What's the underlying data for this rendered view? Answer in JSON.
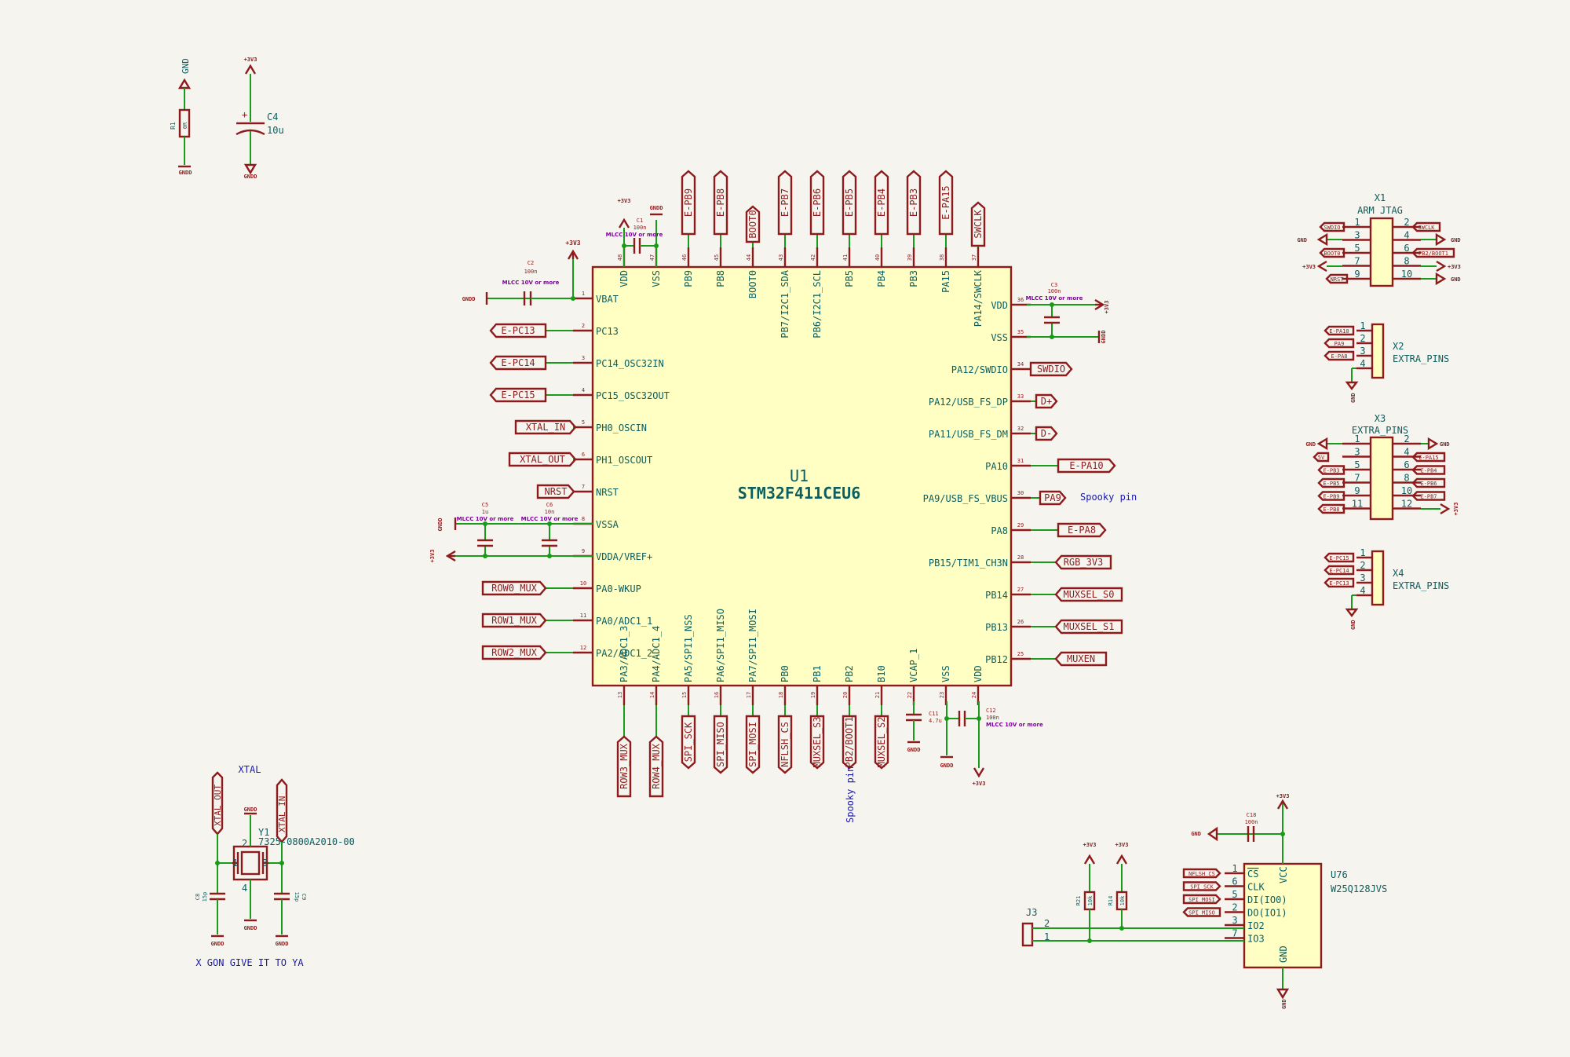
{
  "u1": {
    "ref": "U1",
    "value": "STM32F411CEU6",
    "left_pins": [
      {
        "num": "1",
        "name": "VBAT"
      },
      {
        "num": "2",
        "name": "PC13"
      },
      {
        "num": "3",
        "name": "PC14_OSC32IN"
      },
      {
        "num": "4",
        "name": "PC15_OSC32OUT"
      },
      {
        "num": "5",
        "name": "PH0_OSCIN"
      },
      {
        "num": "6",
        "name": "PH1_OSCOUT"
      },
      {
        "num": "7",
        "name": "NRST"
      },
      {
        "num": "8",
        "name": "VSSA"
      },
      {
        "num": "9",
        "name": "VDDA/VREF+"
      },
      {
        "num": "10",
        "name": "PA0-WKUP"
      },
      {
        "num": "11",
        "name": "PA0/ADC1_1"
      },
      {
        "num": "12",
        "name": "PA2/ADC1_2"
      }
    ],
    "right_pins": [
      {
        "num": "36",
        "name": "VDD"
      },
      {
        "num": "35",
        "name": "VSS"
      },
      {
        "num": "34",
        "name": "PA12/SWDIO"
      },
      {
        "num": "33",
        "name": "PA12/USB_FS_DP"
      },
      {
        "num": "32",
        "name": "PA11/USB_FS_DM"
      },
      {
        "num": "31",
        "name": "PA10"
      },
      {
        "num": "30",
        "name": "PA9/USB_FS_VBUS"
      },
      {
        "num": "29",
        "name": "PA8"
      },
      {
        "num": "28",
        "name": "PB15/TIM1_CH3N"
      },
      {
        "num": "27",
        "name": "PB14"
      },
      {
        "num": "26",
        "name": "PB13"
      },
      {
        "num": "25",
        "name": "PB12"
      }
    ],
    "top_pins": [
      {
        "num": "48",
        "name": "VDD"
      },
      {
        "num": "47",
        "name": "VSS"
      },
      {
        "num": "46",
        "name": "PB9"
      },
      {
        "num": "45",
        "name": "PB8"
      },
      {
        "num": "44",
        "name": "BOOT0"
      },
      {
        "num": "43",
        "name": "PB7/I2C1_SDA"
      },
      {
        "num": "42",
        "name": "PB6/I2C1_SCL"
      },
      {
        "num": "41",
        "name": "PB5"
      },
      {
        "num": "40",
        "name": "PB4"
      },
      {
        "num": "39",
        "name": "PB3"
      },
      {
        "num": "38",
        "name": "PA15"
      },
      {
        "num": "37",
        "name": "PA14/SWCLK"
      }
    ],
    "bottom_pins": [
      {
        "num": "13",
        "name": "PA3/ADC1_3"
      },
      {
        "num": "14",
        "name": "PA4/ADC1_4"
      },
      {
        "num": "15",
        "name": "PA5/SPI1_NSS"
      },
      {
        "num": "16",
        "name": "PA6/SPI1_MISO"
      },
      {
        "num": "17",
        "name": "PA7/SPI1_MOSI"
      },
      {
        "num": "18",
        "name": "PB0"
      },
      {
        "num": "19",
        "name": "PB1"
      },
      {
        "num": "20",
        "name": "PB2"
      },
      {
        "num": "21",
        "name": "B10"
      },
      {
        "num": "22",
        "name": "VCAP_1"
      },
      {
        "num": "23",
        "name": "VSS"
      },
      {
        "num": "24",
        "name": "VDD"
      }
    ]
  },
  "left_labels": [
    "E-PC13",
    "E-PC14",
    "E-PC15",
    "XTAL_IN",
    "XTAL_OUT",
    "NRST",
    "ROW0_MUX",
    "ROW1_MUX",
    "ROW2_MUX"
  ],
  "right_labels": [
    "SWDIO",
    "D+",
    "D-",
    "E-PA10",
    "PA9",
    "E-PA8",
    "RGB_3V3",
    "MUXSEL_S0",
    "MUXSEL_S1",
    "MUXEN"
  ],
  "top_labels": [
    "E-PB9",
    "E-PB8",
    "BOOT0",
    "E-PB7",
    "E-PB6",
    "E-PB5",
    "E-PB4",
    "E-PB3",
    "E-PA15",
    "SWCLK"
  ],
  "bottom_labels": [
    "ROW3_MUX",
    "ROW4_MUX",
    "SPI_SCK",
    "SPI_MISO",
    "SPI_MOSI",
    "NFLSH_CS",
    "MUXSEL_S3",
    "PB2/BOOT1",
    "MUXSEL_S2"
  ],
  "notes": {
    "spooky1": "Spooky pin",
    "spooky2": "Spooky pin",
    "xtal_title": "XTAL",
    "xtal_joke": "X GON GIVE IT TO YA"
  },
  "power": {
    "v33": "+3V3",
    "gnd": "GND",
    "gndd": "GNDD",
    "v5": "5V"
  },
  "caps": {
    "c1": {
      "ref": "C1",
      "val": "100n",
      "note": "MLCC 10V or more"
    },
    "c2": {
      "ref": "C2",
      "val": "100n",
      "note": "MLCC 10V or more"
    },
    "c3": {
      "ref": "C3",
      "val": "100n",
      "note": "MLCC 10V or more"
    },
    "c5": {
      "ref": "C5",
      "val": "1u",
      "note": "MLCC 10V or more"
    },
    "c6": {
      "ref": "C6",
      "val": "10n",
      "note": "MLCC 10V or more"
    },
    "c11": {
      "ref": "C11",
      "val": "4.7u"
    },
    "c12": {
      "ref": "C12",
      "val": "100n",
      "note": "MLCC 10V or more"
    },
    "c4": {
      "ref": "C4",
      "val": "10u"
    },
    "c18": {
      "ref": "C18",
      "val": "100n"
    },
    "c8": {
      "ref": "C8",
      "val": "15p"
    },
    "c9": {
      "ref": "C9",
      "val": "15p"
    }
  },
  "resistors": {
    "r1": {
      "ref": "R1",
      "val": "0R"
    },
    "r21": {
      "ref": "R21",
      "val": "10k"
    },
    "r14": {
      "ref": "R14",
      "val": "10k"
    }
  },
  "xtal": {
    "ref": "Y1",
    "part": "7325-0800A2010-00",
    "label_out": "XTAL_OUT",
    "label_in": "XTAL_IN"
  },
  "x1": {
    "ref": "X1",
    "value": "ARM JTAG",
    "left": [
      "SWDIO",
      "BOOT0",
      "NRST"
    ],
    "right": [
      "SWCLK",
      "PB2/BOOT1"
    ]
  },
  "x2": {
    "ref": "X2",
    "value": "EXTRA_PINS",
    "labels": [
      "E-PA10",
      "PA9",
      "E-PA8"
    ]
  },
  "x3": {
    "ref": "X3",
    "value": "EXTRA_PINS",
    "left": [
      "5V",
      "E-PB3",
      "E-PB5",
      "E-PB9",
      "E-PB8"
    ],
    "right": [
      "E-PA15",
      "E-PB4",
      "E-PB6",
      "E-PB7"
    ]
  },
  "x4": {
    "ref": "X4",
    "value": "EXTRA_PINS",
    "labels": [
      "E-PC15",
      "E-PC14",
      "E-PC13"
    ]
  },
  "u76": {
    "ref": "U76",
    "value": "W25Q128JVS",
    "pins": [
      "CS",
      "CLK",
      "DI(IO0)",
      "DO(IO1)",
      "IO2",
      "IO3"
    ],
    "vcc": "VCC",
    "gnd": "GND",
    "labels": [
      "NFLSH_CS",
      "SPI_SCK",
      "SPI_MOSI",
      "SPI_MISO"
    ]
  },
  "j3": {
    "ref": "J3"
  }
}
